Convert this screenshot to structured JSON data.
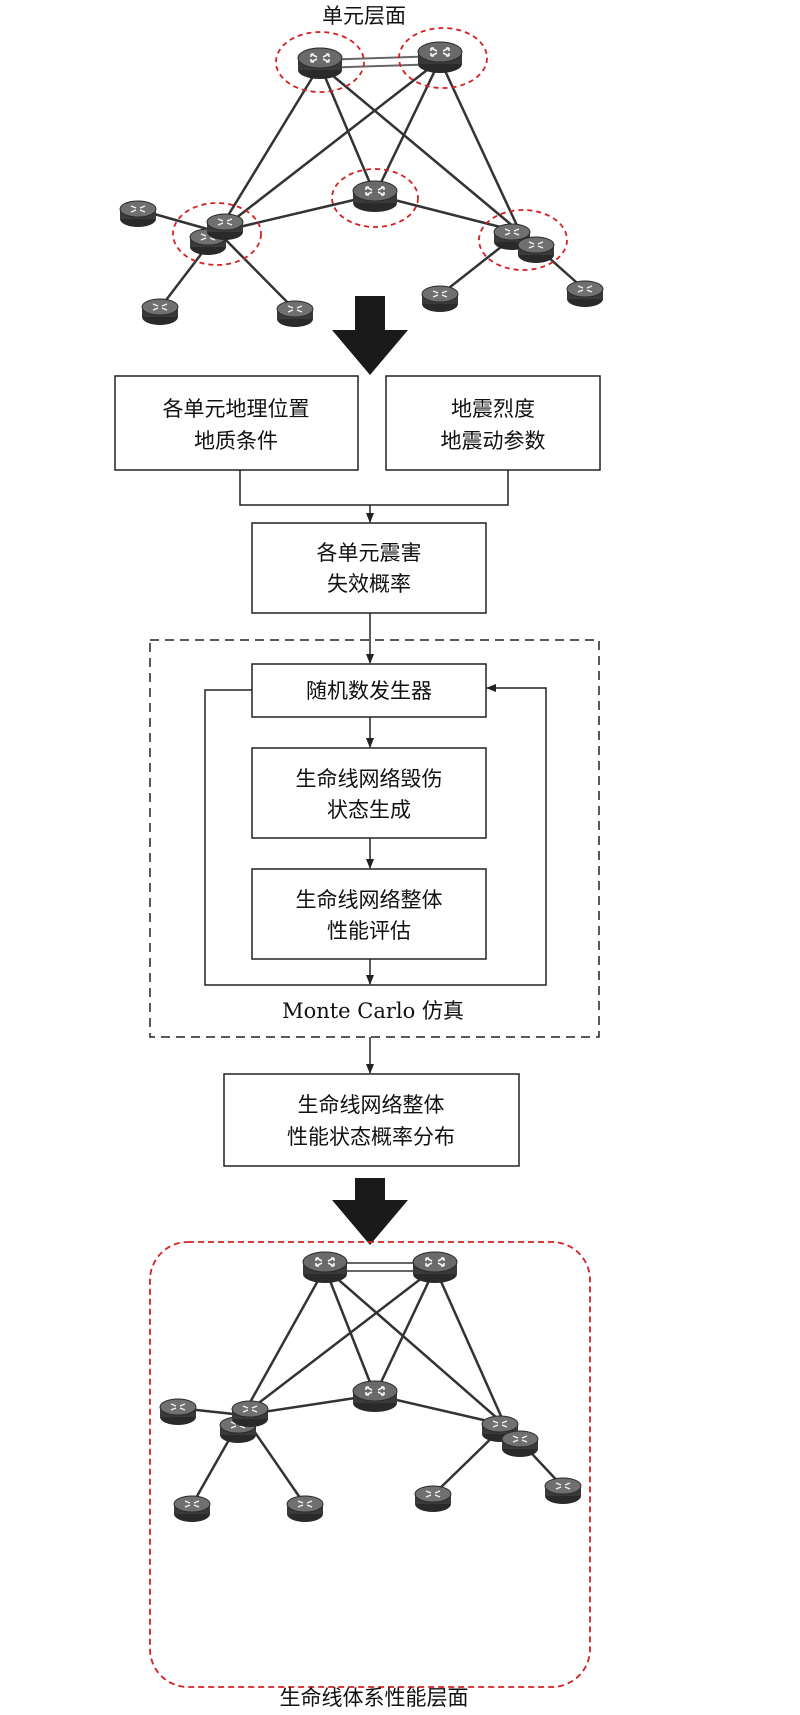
{
  "labels": {
    "top_layer": "单元层面",
    "bottom_layer": "生命线体系性能层面",
    "monte_carlo": "Monte Carlo 仿真"
  },
  "boxes": {
    "geo": [
      "各单元地理位置",
      "地质条件"
    ],
    "seismic": [
      "地震烈度",
      "地震动参数"
    ],
    "failure": [
      "各单元震害",
      "失效概率"
    ],
    "rng": [
      "随机数发生器"
    ],
    "damage": [
      "生命线网络毁伤",
      "状态生成"
    ],
    "perf_eval": [
      "生命线网络整体",
      "性能评估"
    ],
    "distribution": [
      "生命线网络整体",
      "性能状态概率分布"
    ]
  },
  "colors": {
    "line": "#222222",
    "highlight": "#d42020",
    "router_body": "#3a3a3a",
    "router_top": "#6a6a6a"
  },
  "icons": {
    "router": "router-icon",
    "arrow": "big-down-arrow-icon"
  }
}
